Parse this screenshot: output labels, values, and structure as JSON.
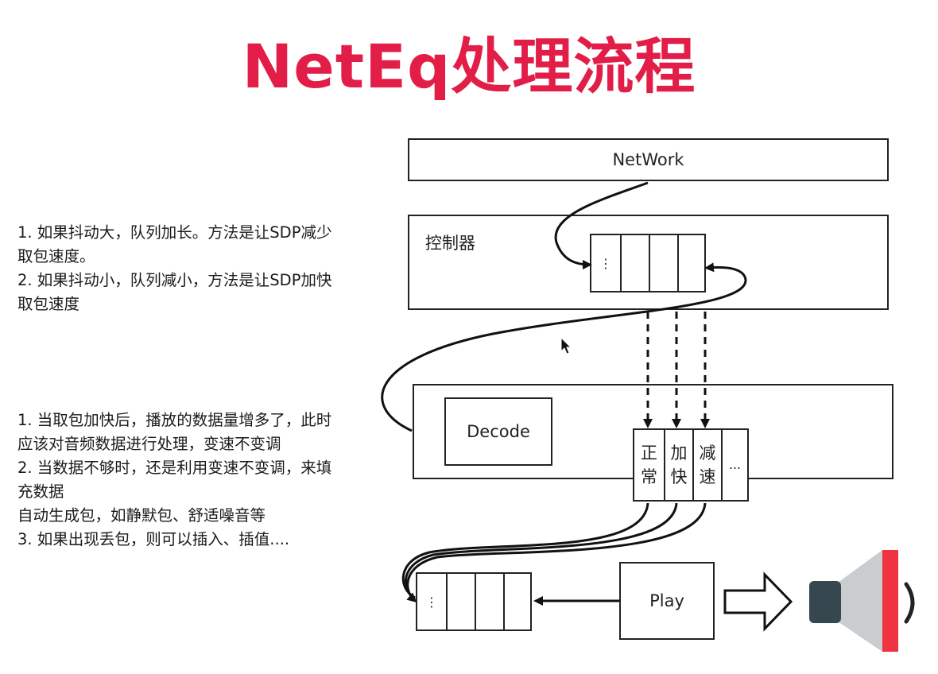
{
  "title": "NetEq处理流程",
  "network_label": "NetWork",
  "controller_label": "控制器",
  "decode_label": "Decode",
  "play_label": "Play",
  "jitter_queue_first": "⋮",
  "play_queue_first": "⋮",
  "strategies": [
    {
      "label": "正\n常"
    },
    {
      "label": "加\n快"
    },
    {
      "label": "减\n速"
    },
    {
      "label": "..."
    }
  ],
  "notes_top": "1. 如果抖动大，队列加长。方法是让SDP减少\n取包速度。\n2. 如果抖动小，队列减小，方法是让SDP加快\n取包速度",
  "notes_bottom": "1. 当取包加快后，播放的数据量增多了，此时\n应该对音频数据进行处理，变速不变调\n2. 当数据不够时，还是利用变速不变调，来填\n充数据\n自动生成包，如静默包、舒适噪音等\n3. 如果出现丢包，则可以插入、插值....",
  "colors": {
    "title": "#e11d48",
    "speaker_body": "#c9cdd0",
    "speaker_magnet": "#37474f",
    "speaker_edge": "#ef3340"
  },
  "icons": {
    "speaker": "speaker-icon",
    "arrow": "hollow-arrow-icon",
    "cursor": "mouse-cursor-icon"
  }
}
